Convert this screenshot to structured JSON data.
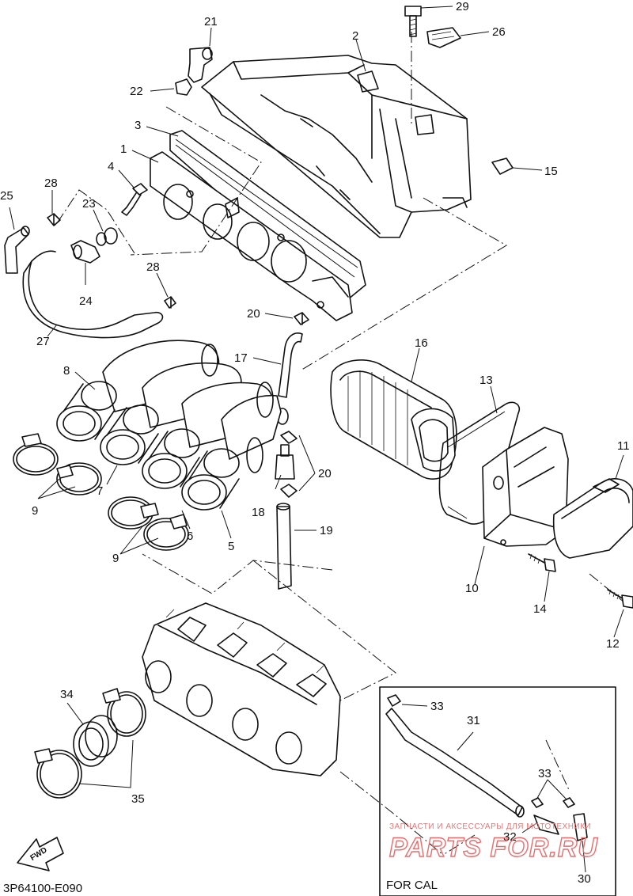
{
  "callouts": {
    "c1": "1",
    "c2": "2",
    "c3": "3",
    "c4": "4",
    "c5": "5",
    "c6": "6",
    "c7": "7",
    "c8": "8",
    "c9a": "9",
    "c9b": "9",
    "c10": "10",
    "c11": "11",
    "c12": "12",
    "c13": "13",
    "c14": "14",
    "c15": "15",
    "c16": "16",
    "c17": "17",
    "c18": "18",
    "c19": "19",
    "c20a": "20",
    "c20b": "20",
    "c21": "21",
    "c22": "22",
    "c23": "23",
    "c24": "24",
    "c25": "25",
    "c26": "26",
    "c27": "27",
    "c28a": "28",
    "c28b": "28",
    "c29": "29",
    "c30": "30",
    "c31": "31",
    "c32": "32",
    "c33a": "33",
    "c33b": "33",
    "c34": "34",
    "c35": "35"
  },
  "inset": {
    "label": "FOR CAL"
  },
  "fwd_arrow": {
    "label": "FWD"
  },
  "figure_code": "3P64100-E090",
  "watermark": {
    "line1": "ЗАПЧАСТИ И АКСЕССУАРЫ ДЛЯ МОТОТЕХНИКИ",
    "line2": "PARTS FOR.RU",
    "color": "#e07a7a"
  }
}
